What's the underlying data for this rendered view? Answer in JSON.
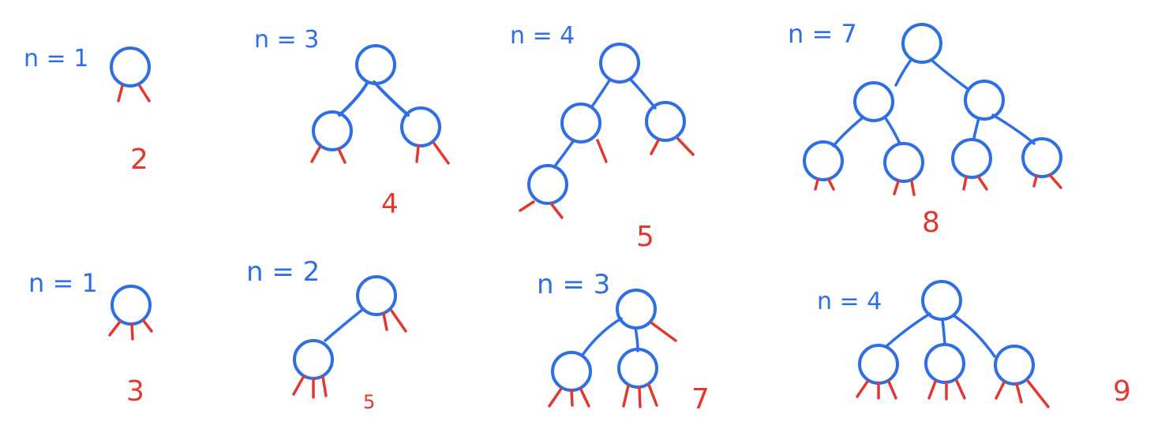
{
  "colors": {
    "node": "#2f6fe4",
    "null_link": "#e2382f",
    "background": "#ffffff"
  },
  "diagrams": [
    {
      "id": "binary-n1",
      "label": "n = 1",
      "null_count": "2"
    },
    {
      "id": "binary-n3",
      "label": "n = 3",
      "null_count": "4"
    },
    {
      "id": "binary-n4",
      "label": "n = 4",
      "null_count": "5"
    },
    {
      "id": "binary-n7",
      "label": "n = 7",
      "null_count": "8"
    },
    {
      "id": "ternary-n1",
      "label": "n = 1",
      "null_count": "3"
    },
    {
      "id": "ternary-n2",
      "label": "n = 2",
      "null_count": "5"
    },
    {
      "id": "ternary-n3",
      "label": "n = 3",
      "null_count": "7"
    },
    {
      "id": "ternary-n4",
      "label": "n = 4",
      "null_count": "9"
    }
  ]
}
